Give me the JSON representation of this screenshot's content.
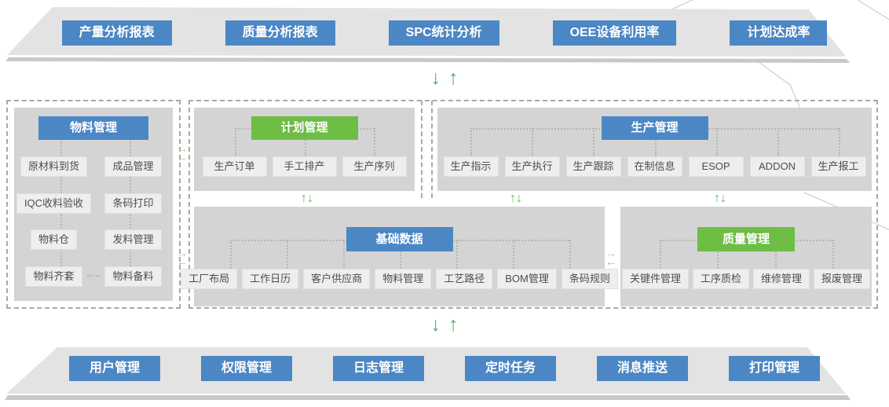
{
  "colors": {
    "accent_blue": "#4c87c5",
    "accent_green": "#6ebd45",
    "arrow_green": "#4db153",
    "panel_gray": "#d4d4d4",
    "banner_gray": "#e3e3e3",
    "dashed_border_gray": "#a8a8a8"
  },
  "icons": {
    "down_arrow": "↓",
    "up_arrow": "↑",
    "right_arrow": "→",
    "left_arrow": "←",
    "updown_arrows": "↑↓"
  },
  "report_banner": {
    "buttons": [
      "产量分析报表",
      "质量分析报表",
      "SPC统计分析",
      "OEE设备利用率",
      "计划达成率"
    ]
  },
  "modules": {
    "material": {
      "title": "物料管理",
      "items": [
        "原材料到货",
        "成品管理",
        "IQC收料验收",
        "条码打印",
        "物料仓",
        "发料管理",
        "物料齐套",
        "物料备料"
      ]
    },
    "planning": {
      "title": "计划管理",
      "items": [
        "生产订单",
        "手工排产",
        "生产序列"
      ]
    },
    "production": {
      "title": "生产管理",
      "items": [
        "生产指示",
        "生产执行",
        "生产跟踪",
        "在制信息",
        "ESOP",
        "ADDON",
        "生产报工"
      ]
    },
    "base_data": {
      "title": "基础数据",
      "items": [
        "工厂布局",
        "工作日历",
        "客户供应商",
        "物料管理",
        "工艺路径",
        "BOM管理",
        "条码规则"
      ]
    },
    "quality": {
      "title": "质量管理",
      "items": [
        "关键件管理",
        "工序质检",
        "维修管理",
        "报废管理"
      ]
    }
  },
  "admin_banner": {
    "buttons": [
      "用户管理",
      "权限管理",
      "日志管理",
      "定时任务",
      "消息推送",
      "打印管理"
    ]
  }
}
